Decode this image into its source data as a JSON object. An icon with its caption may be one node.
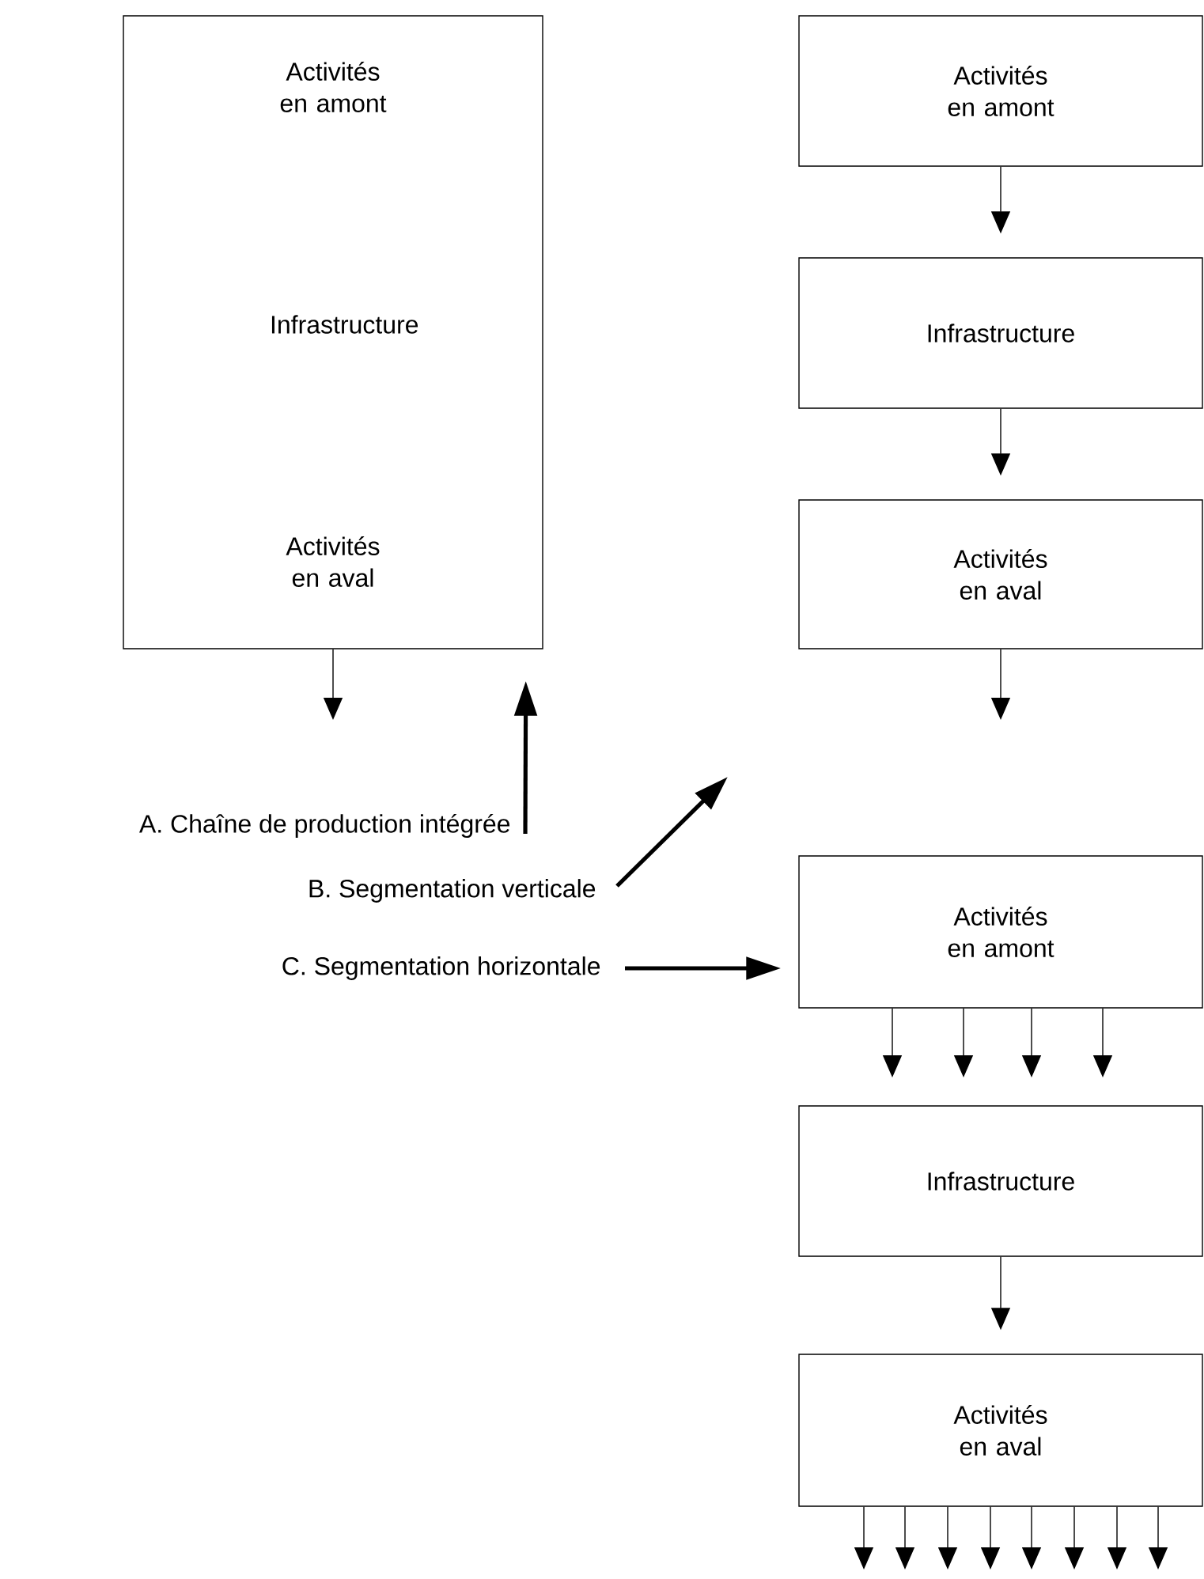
{
  "diagram": {
    "nodes": [
      {
        "text": [
          "Activités en amont",
          "Infrastructure",
          "Activités en aval"
        ]
      },
      {
        "text": [
          "Activités en amont"
        ]
      },
      {
        "text": [
          "Infrastructure"
        ]
      },
      {
        "text": [
          "Activités en aval"
        ]
      },
      {
        "text": [
          "Activités en amont"
        ]
      },
      {
        "text": [
          "Infrastructure"
        ]
      },
      {
        "text": [
          "Activités en aval"
        ]
      },
      {
        "text": [
          "A. Chaîne de production intégrée"
        ]
      },
      {
        "text": [
          "B. Segmentation verticale"
        ]
      },
      {
        "text": [
          "C. Segmentation horizontale"
        ]
      }
    ],
    "edges": [
      {
        "from": 0,
        "to": null,
        "arrow": "to"
      },
      {
        "from": 1,
        "to": 2,
        "arrow": "to"
      },
      {
        "from": 2,
        "to": 3,
        "arrow": "to"
      },
      {
        "from": 3,
        "to": null,
        "arrow": "to"
      },
      {
        "from": 4,
        "to": null,
        "arrow": "to"
      },
      {
        "from": 4,
        "to": null,
        "arrow": "to"
      },
      {
        "from": 4,
        "to": null,
        "arrow": "to"
      },
      {
        "from": 4,
        "to": null,
        "arrow": "to"
      },
      {
        "from": 5,
        "to": 6,
        "arrow": "to"
      },
      {
        "from": 6,
        "to": null,
        "arrow": "to"
      },
      {
        "from": 6,
        "to": null,
        "arrow": "to"
      },
      {
        "from": 6,
        "to": null,
        "arrow": "to"
      },
      {
        "from": 6,
        "to": null,
        "arrow": "to"
      },
      {
        "from": 6,
        "to": null,
        "arrow": "to"
      },
      {
        "from": 6,
        "to": null,
        "arrow": "to"
      },
      {
        "from": 6,
        "to": null,
        "arrow": "to"
      },
      {
        "from": 6,
        "to": null,
        "arrow": "to"
      },
      {
        "from": 7,
        "to": 0,
        "arrow": "to",
        "style": "thick"
      },
      {
        "from": 8,
        "to": null,
        "arrow": "to",
        "style": "thick"
      },
      {
        "from": 9,
        "to": 4,
        "arrow": "to",
        "style": "thick"
      }
    ]
  }
}
